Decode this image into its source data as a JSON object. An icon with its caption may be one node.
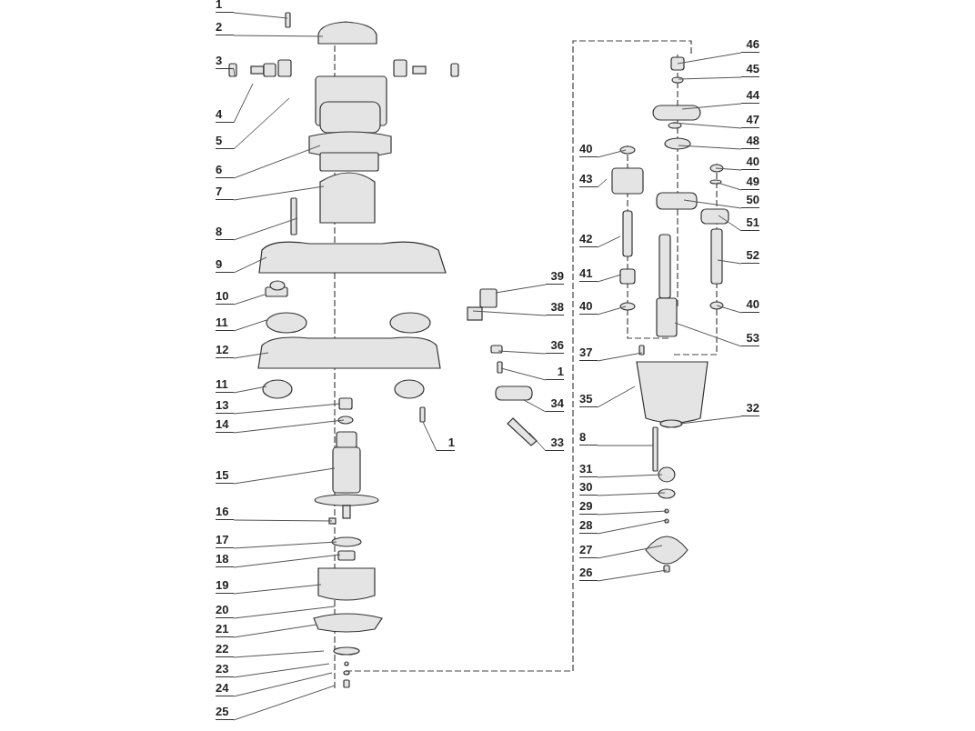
{
  "diagram": {
    "nodes": [
      {
        "text": [
          "1"
        ]
      },
      {
        "text": [
          "2"
        ]
      },
      {
        "text": [
          "3"
        ]
      },
      {
        "text": [
          "4"
        ]
      },
      {
        "text": [
          "5"
        ]
      },
      {
        "text": [
          "6"
        ]
      },
      {
        "text": [
          "7"
        ]
      },
      {
        "text": [
          "8"
        ]
      },
      {
        "text": [
          "9"
        ]
      },
      {
        "text": [
          "10"
        ]
      },
      {
        "text": [
          "11"
        ]
      },
      {
        "text": [
          "12"
        ]
      },
      {
        "text": [
          "11"
        ]
      },
      {
        "text": [
          "13"
        ]
      },
      {
        "text": [
          "14"
        ]
      },
      {
        "text": [
          "15"
        ]
      },
      {
        "text": [
          "16"
        ]
      },
      {
        "text": [
          "17"
        ]
      },
      {
        "text": [
          "18"
        ]
      },
      {
        "text": [
          "19"
        ]
      },
      {
        "text": [
          "20"
        ]
      },
      {
        "text": [
          "21"
        ]
      },
      {
        "text": [
          "22"
        ]
      },
      {
        "text": [
          "23"
        ]
      },
      {
        "text": [
          "24"
        ]
      },
      {
        "text": [
          "25"
        ]
      },
      {
        "text": [
          "39"
        ]
      },
      {
        "text": [
          "38"
        ]
      },
      {
        "text": [
          "36"
        ]
      },
      {
        "text": [
          "1"
        ]
      },
      {
        "text": [
          "34"
        ]
      },
      {
        "text": [
          "1"
        ]
      },
      {
        "text": [
          "33"
        ]
      },
      {
        "text": [
          "40"
        ]
      },
      {
        "text": [
          "43"
        ]
      },
      {
        "text": [
          "42"
        ]
      },
      {
        "text": [
          "41"
        ]
      },
      {
        "text": [
          "40"
        ]
      },
      {
        "text": [
          "37"
        ]
      },
      {
        "text": [
          "35"
        ]
      },
      {
        "text": [
          "8"
        ]
      },
      {
        "text": [
          "31"
        ]
      },
      {
        "text": [
          "30"
        ]
      },
      {
        "text": [
          "29"
        ]
      },
      {
        "text": [
          "28"
        ]
      },
      {
        "text": [
          "27"
        ]
      },
      {
        "text": [
          "26"
        ]
      },
      {
        "text": [
          "46"
        ]
      },
      {
        "text": [
          "45"
        ]
      },
      {
        "text": [
          "44"
        ]
      },
      {
        "text": [
          "47"
        ]
      },
      {
        "text": [
          "48"
        ]
      },
      {
        "text": [
          "40"
        ]
      },
      {
        "text": [
          "49"
        ]
      },
      {
        "text": [
          "50"
        ]
      },
      {
        "text": [
          "51"
        ]
      },
      {
        "text": [
          "52"
        ]
      },
      {
        "text": [
          "40"
        ]
      },
      {
        "text": [
          "53"
        ]
      },
      {
        "text": [
          "32"
        ]
      }
    ],
    "edges": [
      {
        "from": 0,
        "to": null,
        "arrow": "none"
      },
      {
        "from": 1,
        "to": null,
        "arrow": "none"
      },
      {
        "from": 2,
        "to": null,
        "arrow": "none"
      },
      {
        "from": 3,
        "to": null,
        "arrow": "none"
      },
      {
        "from": 4,
        "to": null,
        "arrow": "none"
      },
      {
        "from": 5,
        "to": null,
        "arrow": "none"
      },
      {
        "from": 6,
        "to": null,
        "arrow": "none"
      },
      {
        "from": 7,
        "to": null,
        "arrow": "none"
      },
      {
        "from": 8,
        "to": null,
        "arrow": "none"
      },
      {
        "from": 9,
        "to": null,
        "arrow": "none"
      },
      {
        "from": 10,
        "to": null,
        "arrow": "none"
      },
      {
        "from": 11,
        "to": null,
        "arrow": "none"
      },
      {
        "from": 12,
        "to": null,
        "arrow": "none"
      },
      {
        "from": 13,
        "to": null,
        "arrow": "none"
      },
      {
        "from": 14,
        "to": null,
        "arrow": "none"
      },
      {
        "from": 15,
        "to": null,
        "arrow": "none"
      },
      {
        "from": 16,
        "to": null,
        "arrow": "none"
      },
      {
        "from": 17,
        "to": null,
        "arrow": "none"
      },
      {
        "from": 18,
        "to": null,
        "arrow": "none"
      },
      {
        "from": 19,
        "to": null,
        "arrow": "none"
      },
      {
        "from": 20,
        "to": null,
        "arrow": "none"
      },
      {
        "from": 21,
        "to": null,
        "arrow": "none"
      },
      {
        "from": 22,
        "to": null,
        "arrow": "none"
      },
      {
        "from": 23,
        "to": null,
        "arrow": "none"
      },
      {
        "from": 24,
        "to": null,
        "arrow": "none"
      },
      {
        "from": 25,
        "to": null,
        "arrow": "none"
      },
      {
        "from": 26,
        "to": null,
        "arrow": "none"
      },
      {
        "from": 27,
        "to": null,
        "arrow": "none"
      },
      {
        "from": 28,
        "to": null,
        "arrow": "none"
      },
      {
        "from": 29,
        "to": null,
        "arrow": "none"
      },
      {
        "from": 30,
        "to": null,
        "arrow": "none"
      },
      {
        "from": 31,
        "to": null,
        "arrow": "none"
      },
      {
        "from": 32,
        "to": null,
        "arrow": "none"
      },
      {
        "from": 33,
        "to": null,
        "arrow": "none"
      },
      {
        "from": 34,
        "to": null,
        "arrow": "none"
      },
      {
        "from": 35,
        "to": null,
        "arrow": "none"
      },
      {
        "from": 36,
        "to": null,
        "arrow": "none"
      },
      {
        "from": 37,
        "to": null,
        "arrow": "none"
      },
      {
        "from": 38,
        "to": null,
        "arrow": "none"
      },
      {
        "from": 39,
        "to": null,
        "arrow": "none"
      },
      {
        "from": 40,
        "to": null,
        "arrow": "none"
      },
      {
        "from": 41,
        "to": null,
        "arrow": "none"
      },
      {
        "from": 42,
        "to": null,
        "arrow": "none"
      },
      {
        "from": 43,
        "to": null,
        "arrow": "none"
      },
      {
        "from": 44,
        "to": null,
        "arrow": "none"
      },
      {
        "from": 45,
        "to": null,
        "arrow": "none"
      },
      {
        "from": 46,
        "to": null,
        "arrow": "none"
      },
      {
        "from": 47,
        "to": null,
        "arrow": "none"
      },
      {
        "from": 48,
        "to": null,
        "arrow": "none"
      },
      {
        "from": 49,
        "to": null,
        "arrow": "none"
      },
      {
        "from": 50,
        "to": null,
        "arrow": "none"
      },
      {
        "from": 51,
        "to": null,
        "arrow": "none"
      },
      {
        "from": 52,
        "to": null,
        "arrow": "none"
      },
      {
        "from": 53,
        "to": null,
        "arrow": "none"
      },
      {
        "from": 54,
        "to": null,
        "arrow": "none"
      },
      {
        "from": 55,
        "to": null,
        "arrow": "none"
      },
      {
        "from": 56,
        "to": null,
        "arrow": "none"
      },
      {
        "from": 57,
        "to": null,
        "arrow": "none"
      },
      {
        "from": 58,
        "to": null,
        "arrow": "none"
      },
      {
        "from": 59,
        "to": null,
        "arrow": "none"
      }
    ]
  }
}
